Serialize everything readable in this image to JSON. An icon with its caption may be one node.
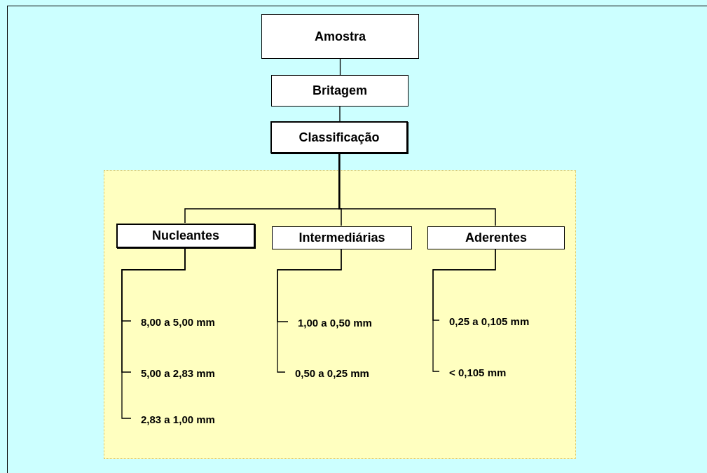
{
  "diagram": {
    "nodes": [
      {
        "text": [
          "Amostra"
        ]
      },
      {
        "text": [
          "Britagem"
        ]
      },
      {
        "text": [
          "Classificação"
        ]
      },
      {
        "text": [],
        "shape": "box"
      },
      {
        "text": [
          "Nucleantes"
        ],
        "in": 3
      },
      {
        "text": [
          "Intermediárias"
        ],
        "in": 3
      },
      {
        "text": [
          "Aderentes"
        ],
        "in": 3
      },
      {
        "text": [
          "8,00 a 5,00 mm"
        ],
        "in": 3
      },
      {
        "text": [
          "5,00 a 2,83 mm"
        ],
        "in": 3
      },
      {
        "text": [
          "2,83 a 1,00 mm"
        ],
        "in": 3
      },
      {
        "text": [
          "1,00 a 0,50 mm"
        ],
        "in": 3
      },
      {
        "text": [
          "0,50 a 0,25 mm"
        ],
        "in": 3
      },
      {
        "text": [
          "0,25 a 0,105 mm"
        ],
        "in": 3
      },
      {
        "text": [
          "< 0,105 mm"
        ],
        "in": 3
      }
    ],
    "edges": [
      {
        "from": 0,
        "to": 1,
        "arrow": "none"
      },
      {
        "from": 1,
        "to": 2,
        "arrow": "none"
      },
      {
        "from": 2,
        "to": 4,
        "arrow": "none"
      },
      {
        "from": 2,
        "to": 5,
        "arrow": "none"
      },
      {
        "from": 2,
        "to": 6,
        "arrow": "none"
      },
      {
        "from": 4,
        "to": 7,
        "arrow": "none"
      },
      {
        "from": 4,
        "to": 8,
        "arrow": "none"
      },
      {
        "from": 4,
        "to": 9,
        "arrow": "none"
      },
      {
        "from": 5,
        "to": 10,
        "arrow": "none"
      },
      {
        "from": 5,
        "to": 11,
        "arrow": "none"
      },
      {
        "from": 6,
        "to": 12,
        "arrow": "none"
      },
      {
        "from": 6,
        "to": 13,
        "arrow": "none"
      }
    ]
  }
}
